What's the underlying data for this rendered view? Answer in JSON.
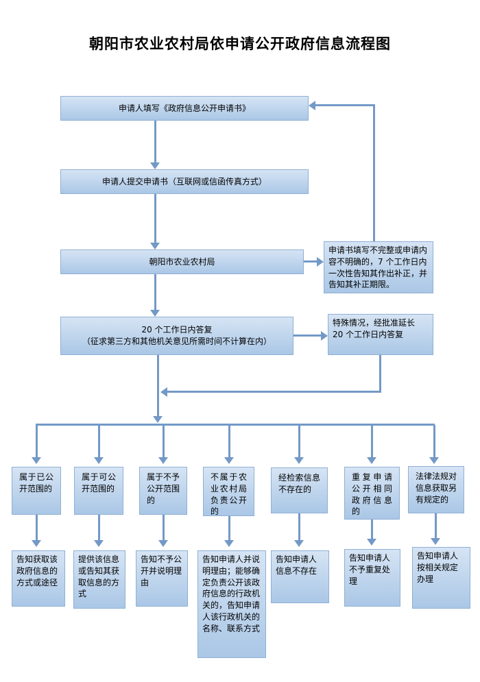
{
  "title": "朝阳市农业农村局依申请公开政府信息流程图",
  "colors": {
    "box_fill_top": "#d6e4f4",
    "box_fill_bottom": "#aac7e6",
    "box_border": "#8fafd4",
    "connector": "#7399c6",
    "text": "#000000",
    "background": "#ffffff"
  },
  "flow": {
    "step1": "申请人填写《政府信息公开申请书》",
    "step2": "申请人提交申请书（互联网或信函传真方式）",
    "step3": "朝阳市农业农村局",
    "step4_line1": "20 个工作日内答复",
    "step4_line2": "（征求第三方和其他机关意见所需时间不计算在内）",
    "correction_note": "申请书填写不完整或申请内容不明确的，7 个工作日内一次性告知其作出补正，并告知其补正期限。",
    "extension_line1": "特殊情况，经批准延长",
    "extension_line2": "20 个工作日内答复"
  },
  "branches": [
    {
      "condition": "属于已公开范围的",
      "action": "告知获取该政府信息的方式或途径"
    },
    {
      "condition": "属于可公开范围的",
      "action": "提供该信息或告知其获取信息的方式"
    },
    {
      "condition": "属于不予公开范围的",
      "action": "告知不予公开并说明理由"
    },
    {
      "condition": "不属于农业农村局负责公开的",
      "action": "告知申请人并说明理由；能够确定负责公开该政府信息的行政机关的，告知申请人该行政机关的名称、联系方式"
    },
    {
      "condition": "经检索信息不存在的",
      "action": "告知申请人信息不存在"
    },
    {
      "condition": "重复申请公开相同政府信息的",
      "action": "告知申请人不予重复处理"
    },
    {
      "condition": "法律法规对信息获取另有规定的",
      "action": "告知申请人按相关规定办理"
    }
  ]
}
